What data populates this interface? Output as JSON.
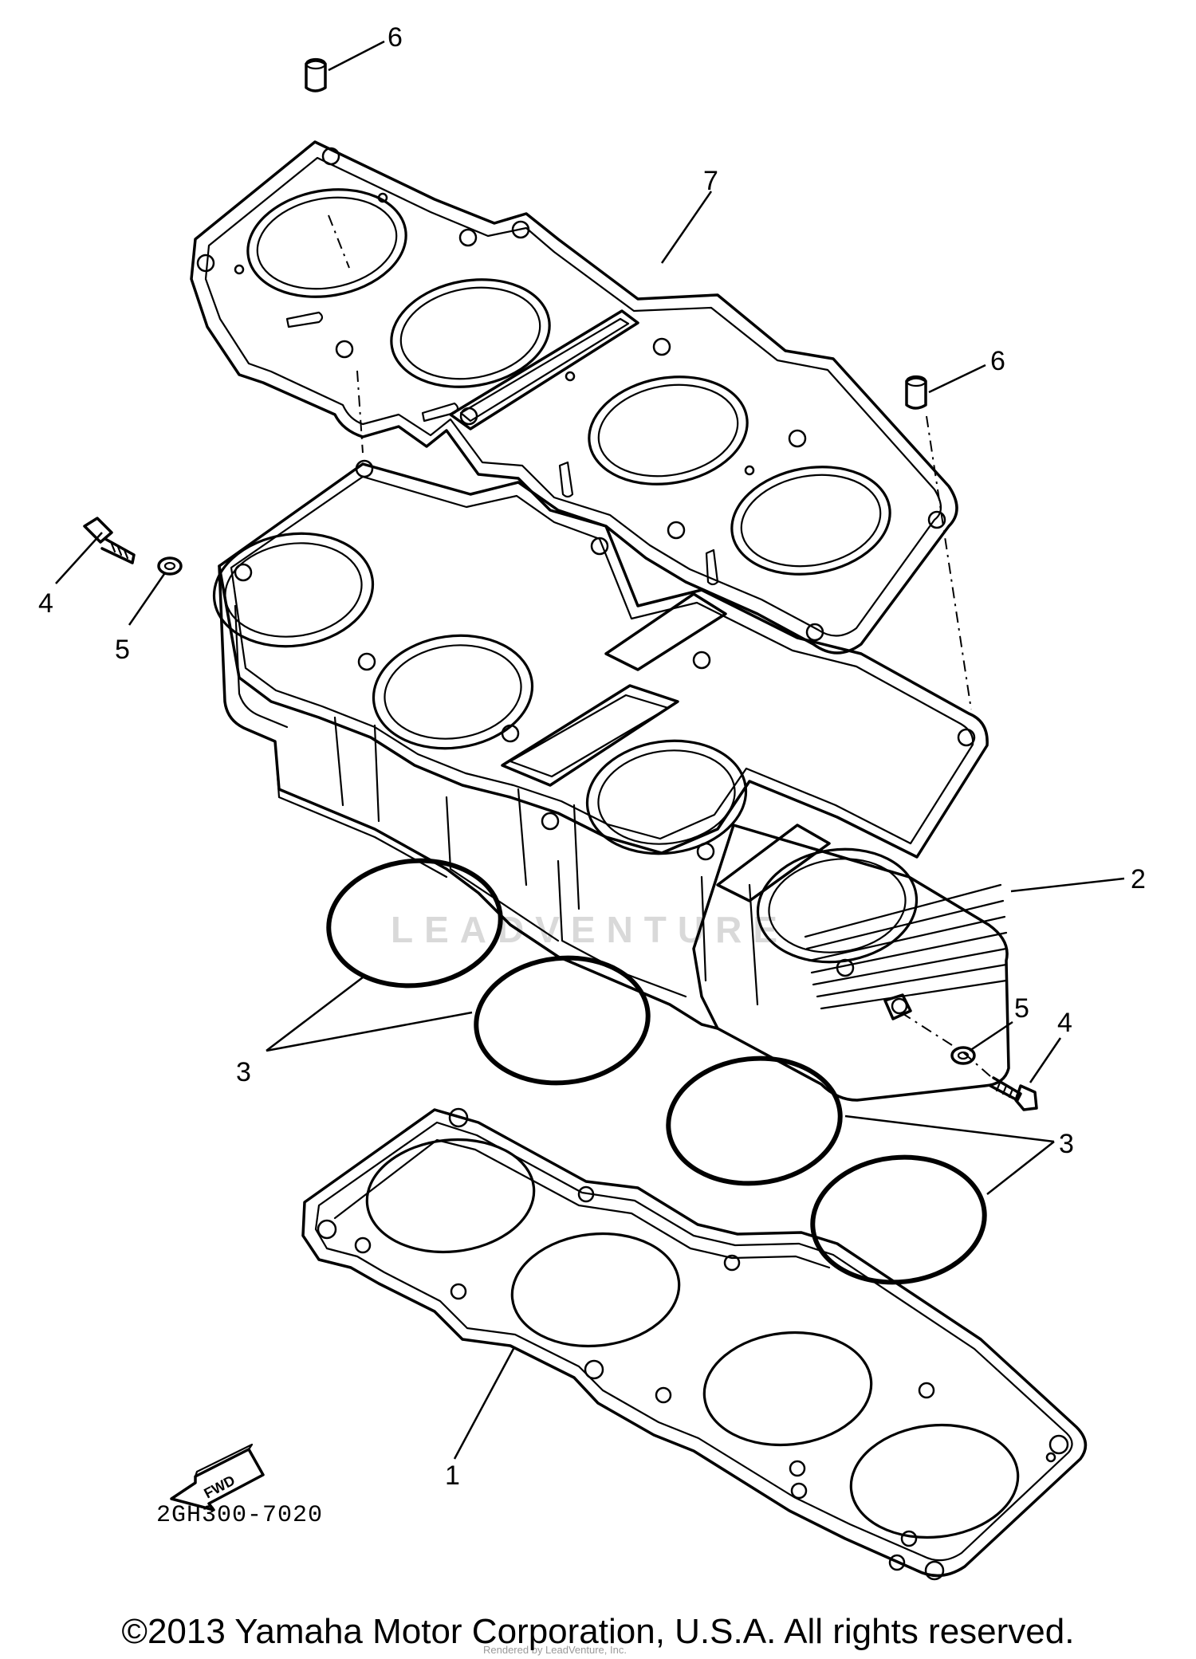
{
  "callouts": {
    "c1": "1",
    "c2": "2",
    "c3a": "3",
    "c3b": "3",
    "c4a": "4",
    "c4b": "4",
    "c5a": "5",
    "c5b": "5",
    "c6a": "6",
    "c6b": "6",
    "c7": "7"
  },
  "diagram_code": "2GH300-7020",
  "fwd_label": "FWD",
  "watermark": "LEADVENTURE",
  "watermark_small": "Rendered by LeadVenture, Inc.",
  "copyright": "©2013 Yamaha Motor Corporation, U.S.A. All rights reserved."
}
